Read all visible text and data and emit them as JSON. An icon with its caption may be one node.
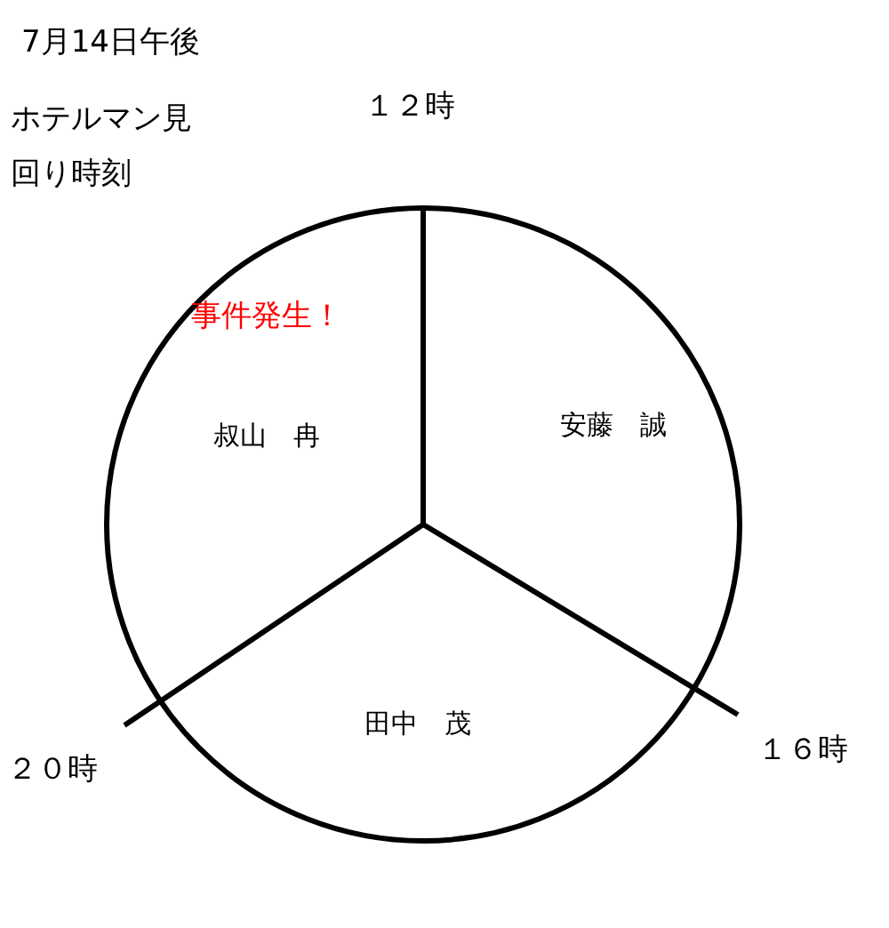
{
  "diagram": {
    "title": "7月14日午後",
    "nodes": [
      {
        "text": [
          "事件発生！",
          "叔山　冉"
        ]
      },
      {
        "text": [
          "安藤　誠"
        ]
      },
      {
        "text": [
          "田中　茂"
        ]
      }
    ],
    "labels": [
      "ホテルマン見回り時刻",
      "１２時",
      "１６時",
      "２０時"
    ]
  }
}
